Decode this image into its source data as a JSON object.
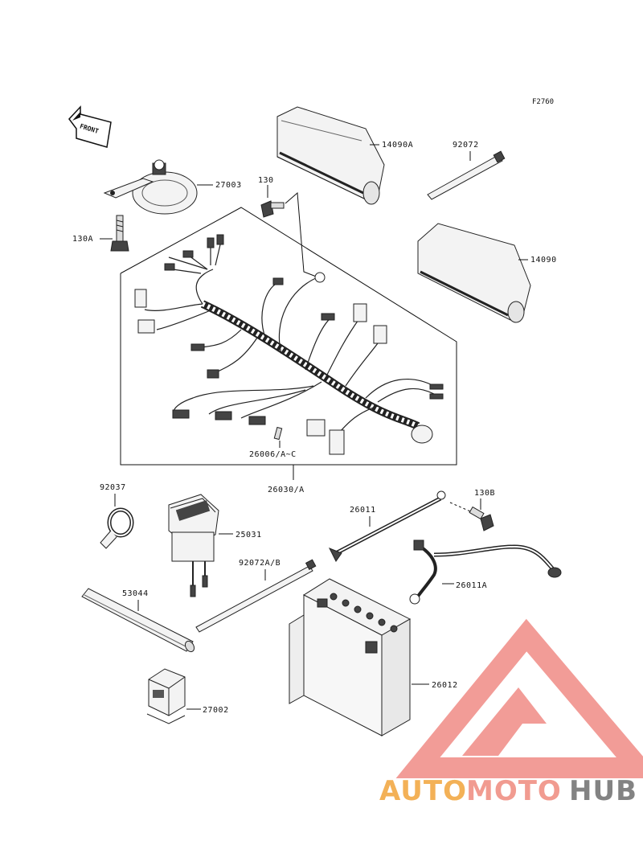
{
  "figure_code": "F2760",
  "front_label": "FRONT",
  "part_labels": {
    "horn": "27003",
    "bolt_horn": "130A",
    "bolt_top": "130",
    "cover_a": "14090A",
    "cover": "14090",
    "band_top": "92072",
    "terminal": "26006/A~C",
    "harness": "26030/A",
    "clamp": "92037",
    "relay_box": "25031",
    "cable_pos": "26011",
    "bolt_b": "130B",
    "band_b": "92072A/B",
    "cable_neg": "26011A",
    "tube": "53044",
    "battery": "26012",
    "relay": "27002"
  },
  "watermark": {
    "part1": "AUTO",
    "part2": "MOTO",
    "part3": "HUB"
  },
  "colors": {
    "line": "#111111",
    "watermark_triangle": "#f08b86",
    "watermark_auto": "#f2a43a",
    "watermark_moto": "#ef8a7d",
    "watermark_hub": "#6e6e6e"
  }
}
